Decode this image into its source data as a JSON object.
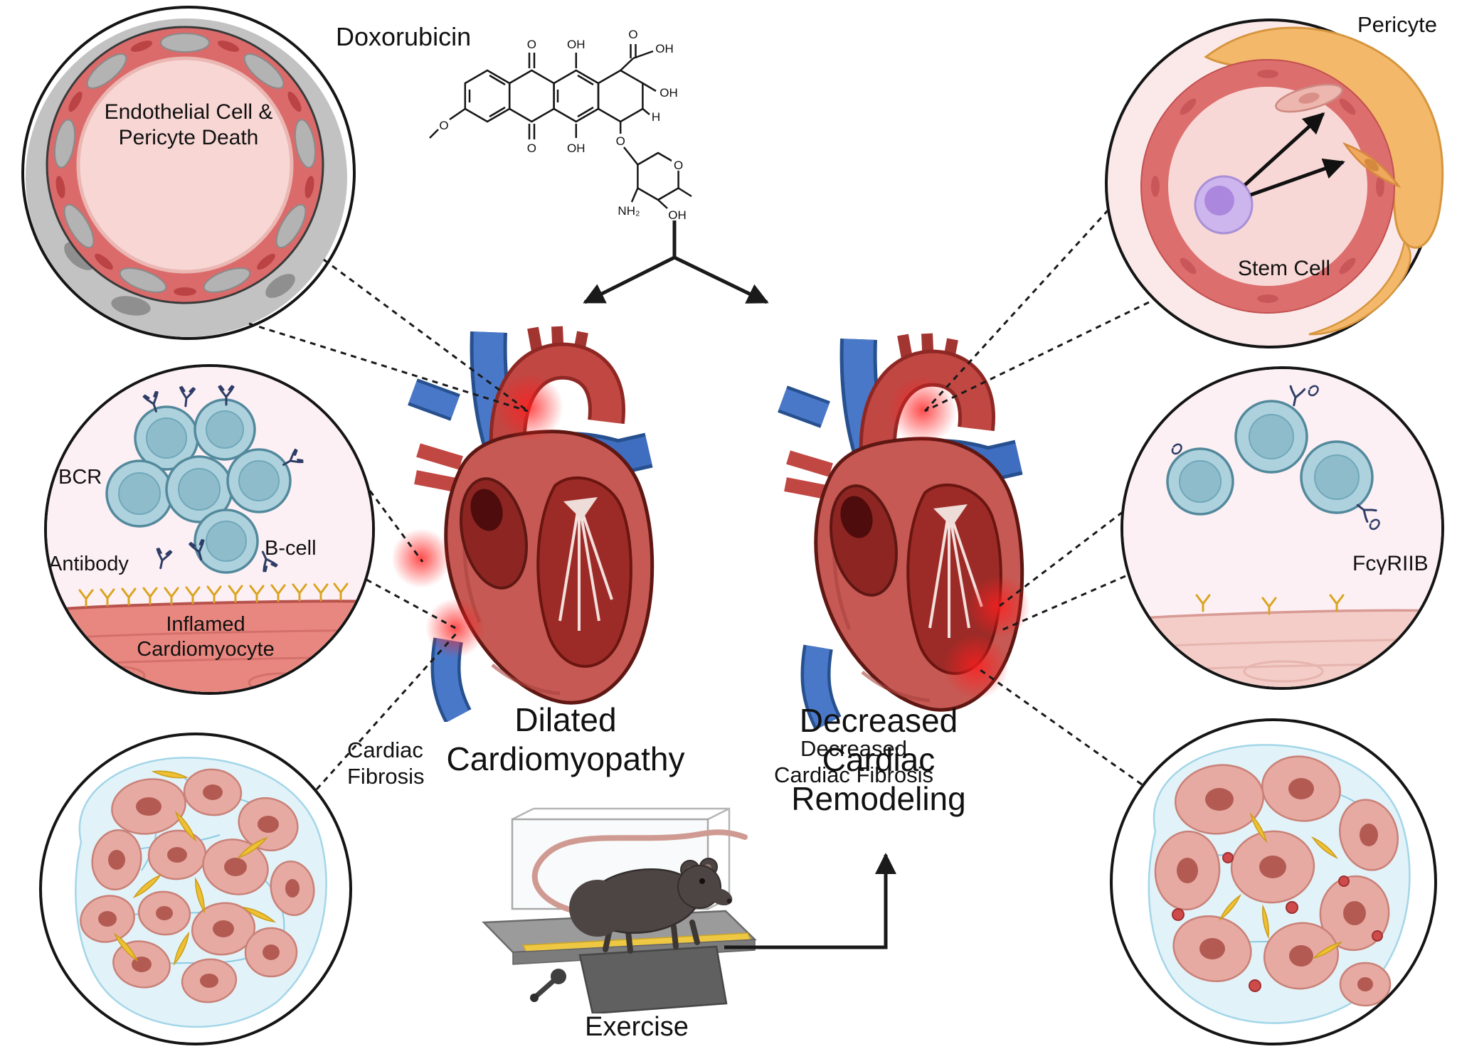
{
  "labels": {
    "doxorubicin": "Doxorubicin",
    "pericyte": "Pericyte",
    "stem_cell": "Stem Cell",
    "endothelial": "Endothelial Cell &\nPericyte Death",
    "bcr": "BCR",
    "antibody": "Antibody",
    "b_cell": "B-cell",
    "inflamed": "Inflamed\nCardiomyocyte",
    "fcgriib": "FcγRIIB",
    "cardiac_fibrosis": "Cardiac\nFibrosis",
    "decreased_fibrosis": "Decreased\nCardiac Fibrosis",
    "dilated": "Dilated\nCardiomyopathy",
    "decreased_remodeling": "Decreased\nCardiac\nRemodeling",
    "exercise": "Exercise"
  },
  "chem": {
    "o": "O",
    "oh": "OH",
    "h": "H",
    "nh2": "NH₂"
  },
  "colors": {
    "heart_red": "#c65953",
    "chamber_red": "#9c2b27",
    "vessel_blue": "#4a78c8",
    "aorta_red": "#c14743",
    "vessel_wall_red": "#db6b6b",
    "lumen_pink": "#f8d6d4",
    "pericyte_orange": "#f3b869",
    "dying_gray": "#c2c2c2",
    "bcell_teal": "#aed2dd",
    "antibody_gold": "#d9a420",
    "antibody_navy": "#2e3d66",
    "stem_purple": "#cdb5ee",
    "fibrosis_blue": "#e2f2f9",
    "myocyte_pink": "#e6aaa2",
    "fibroblast_yellow": "#eec033",
    "glow_red": "#ff1f1f"
  }
}
